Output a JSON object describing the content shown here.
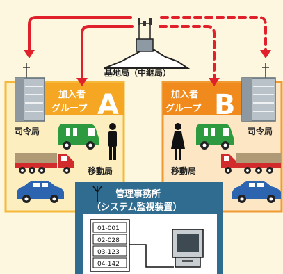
{
  "base_station": {
    "label": "基地局（中継局）"
  },
  "group_a": {
    "line1": "加入者",
    "line2": "グループ",
    "letter": "A"
  },
  "group_b": {
    "line1": "加入者",
    "line2": "グループ",
    "letter": "B"
  },
  "labels": {
    "command_station": "司令局",
    "mobile_station": "移動局"
  },
  "management": {
    "title": "管理事務所",
    "subtitle": "（システム監視装置）",
    "ids": [
      "01-001",
      "02-028",
      "03-123",
      "04-142"
    ]
  },
  "colors": {
    "background": "#fdf7df",
    "group_a_orange": "#f5a623",
    "group_b_orange": "#f08a1c",
    "arrow_red": "#e0202a",
    "mgmt_blue": "#2f6c8f"
  }
}
